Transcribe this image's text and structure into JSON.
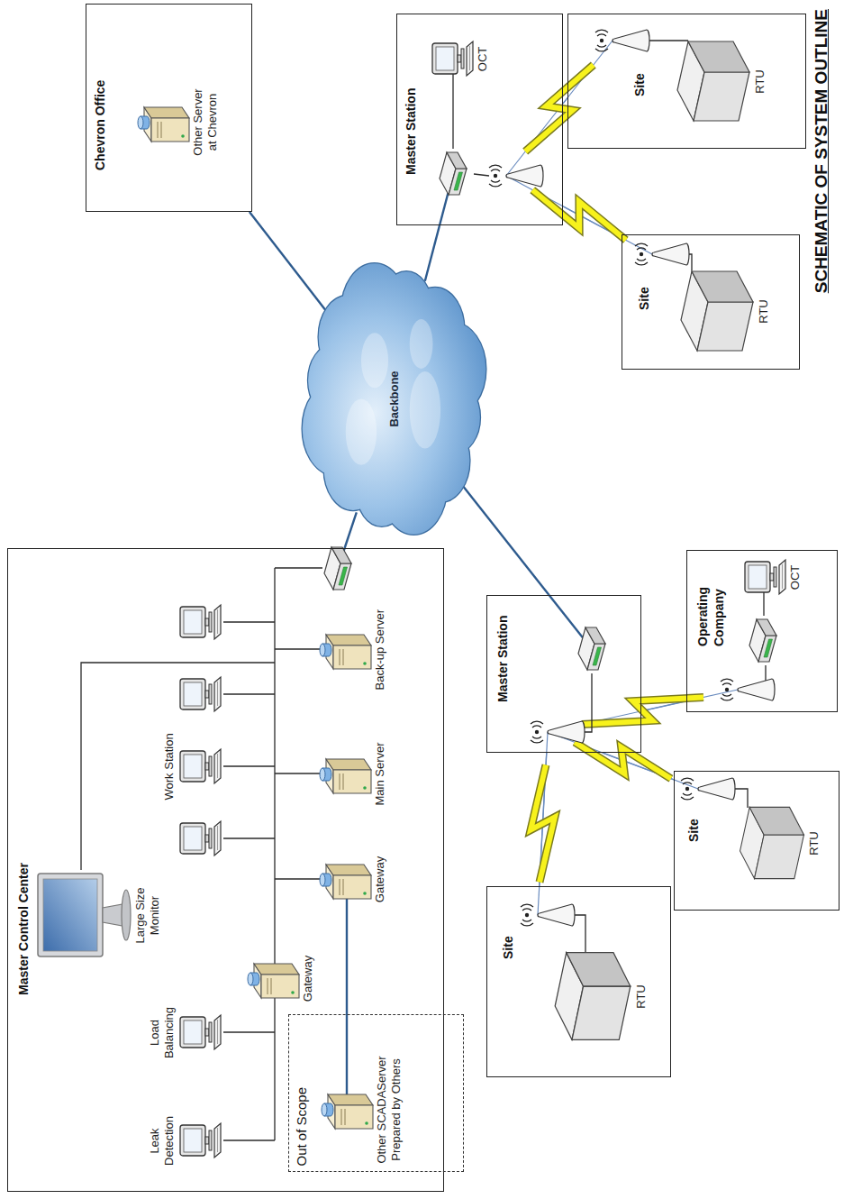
{
  "diagram": {
    "title": "SCHEMATIC OF SYSTEM OUTLINE",
    "nodes": [
      {
        "text": [
          "Master Control Center"
        ]
      },
      {
        "text": [
          "Large Size Monitor"
        ],
        "in": 0
      },
      {
        "text": [
          "Work Station"
        ],
        "in": 0
      },
      {
        "text": [
          "Load Balancing"
        ],
        "in": 0
      },
      {
        "text": [
          "Leak Detection"
        ],
        "in": 0
      },
      {
        "text": [
          "Gateway"
        ],
        "in": 0
      },
      {
        "text": [
          "Gateway"
        ],
        "in": 0
      },
      {
        "text": [
          "Main Server"
        ],
        "in": 0
      },
      {
        "text": [
          "Back-up Server"
        ],
        "in": 0
      },
      {
        "text": [
          "Out of Scope"
        ],
        "in": 0
      },
      {
        "text": [
          "Other SCADAServer Prepared by Others"
        ],
        "in": 9
      },
      {
        "text": [
          "Backbone"
        ]
      },
      {
        "text": [
          "Chevron Office"
        ]
      },
      {
        "text": [
          "Other Server at Chevron"
        ],
        "in": 12
      },
      {
        "text": [
          "Master Station"
        ]
      },
      {
        "text": [
          "OCT"
        ],
        "in": 14
      },
      {
        "text": [
          "Site"
        ]
      },
      {
        "text": [
          "RTU"
        ],
        "in": 16
      },
      {
        "text": [
          "Site"
        ]
      },
      {
        "text": [
          "RTU"
        ],
        "in": 18
      },
      {
        "text": [
          "Master Station"
        ]
      },
      {
        "text": [
          "Operating Company"
        ]
      },
      {
        "text": [
          "OCT"
        ],
        "in": 21
      },
      {
        "text": [
          "Site"
        ]
      },
      {
        "text": [
          "RTU"
        ],
        "in": 23
      },
      {
        "text": [
          "Site"
        ]
      },
      {
        "text": [
          "RTU"
        ],
        "in": 25
      }
    ],
    "edges": [
      {
        "from": 0,
        "to": 11,
        "arrow": "none"
      },
      {
        "from": 12,
        "to": 11,
        "arrow": "none"
      },
      {
        "from": 14,
        "to": 11,
        "arrow": "none"
      },
      {
        "from": 20,
        "to": 11,
        "arrow": "none"
      },
      {
        "from": 6,
        "to": 10,
        "arrow": "none"
      },
      {
        "from": 14,
        "to": 16,
        "arrow": "none"
      },
      {
        "from": 14,
        "to": 18,
        "arrow": "none"
      },
      {
        "from": 20,
        "to": 21,
        "arrow": "none"
      },
      {
        "from": 20,
        "to": 23,
        "arrow": "none"
      },
      {
        "from": 20,
        "to": 25,
        "arrow": "none"
      }
    ]
  }
}
